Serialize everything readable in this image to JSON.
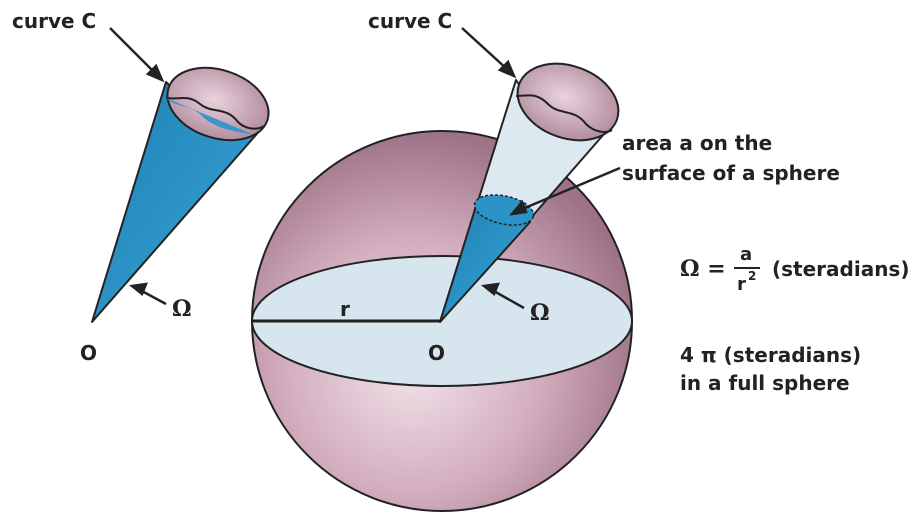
{
  "labels": {
    "curve_left": "curve C",
    "curve_right": "curve C",
    "omega_left": "Ω",
    "omega_right": "Ω",
    "origin_left": "O",
    "origin_right": "O",
    "radius": "r",
    "area_line1": "area a on the",
    "area_line2": "surface of a sphere",
    "formula_lhs": "Ω =",
    "formula_num": "a",
    "formula_den": "r",
    "formula_den_exp": "2",
    "formula_unit": "(steradians)",
    "full_sphere_line1": "4 π (steradians)",
    "full_sphere_line2": "in a full sphere"
  },
  "colors": {
    "sphere": "#c9a3b4",
    "sphere_dark": "#8c6478",
    "cap": "#c49cae",
    "cone_blue": "#2b93c7",
    "cone_light": "#dce8ef",
    "disc": "#d7e6ee",
    "stroke": "#222222"
  }
}
